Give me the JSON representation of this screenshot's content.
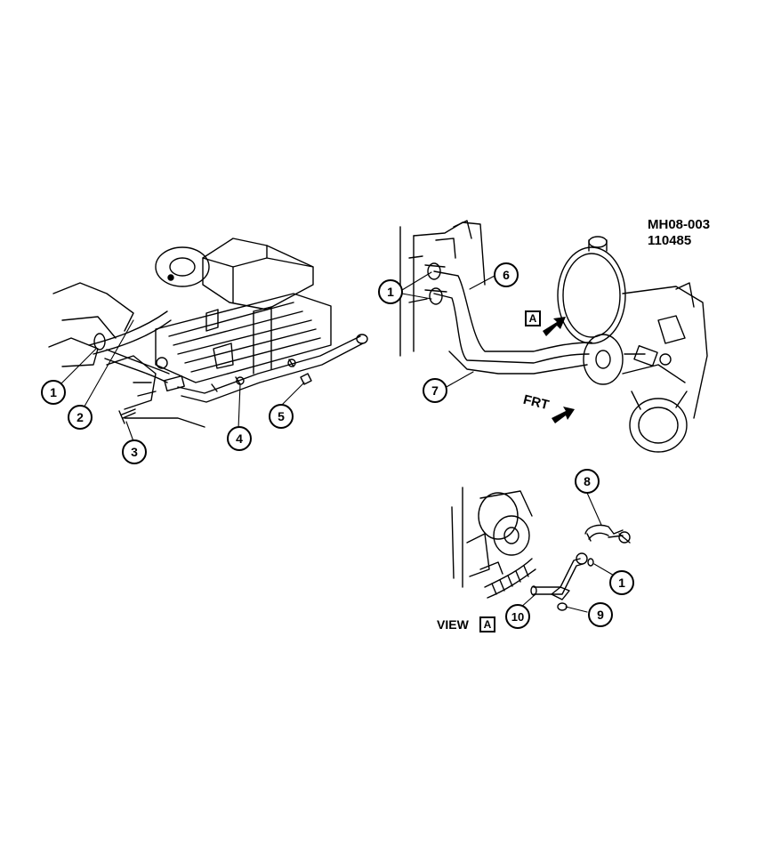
{
  "header": {
    "drawing_code": "MH08-003",
    "drawing_date": "110485"
  },
  "callouts": {
    "c1a": "1",
    "c2": "2",
    "c3": "3",
    "c4": "4",
    "c5": "5",
    "c1b": "1",
    "c6": "6",
    "c7": "7",
    "c8": "8",
    "c1c": "1",
    "c9": "9",
    "c10": "10"
  },
  "labels": {
    "front": "FRT",
    "view_word": "VIEW",
    "view_letter": "A",
    "view_marker": "A"
  },
  "colors": {
    "line": "#000000",
    "background": "#ffffff"
  }
}
